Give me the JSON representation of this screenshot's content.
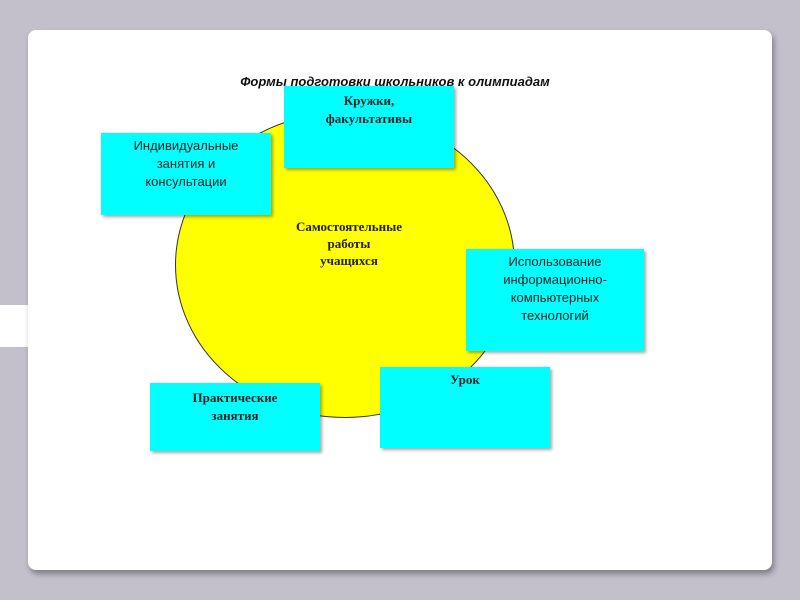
{
  "slide": {
    "title": "Формы подготовки школьников к олимпиадам"
  },
  "diagram": {
    "center": "Самостоятельные\nработы\nучащихся",
    "boxes": {
      "circles": "Кружки,\nфакультативы",
      "individual": "Индивидуальные\nзанятия и\nконсультации",
      "ict": "Использование\nинформационно-\nкомпьютерных\nтехнологий",
      "lesson": "Урок",
      "practical": "Практические\nзанятия"
    }
  },
  "colors": {
    "background": "#c3bfcb",
    "slide": "#ffffff",
    "circle": "#ffff00",
    "box": "#00ffff"
  }
}
